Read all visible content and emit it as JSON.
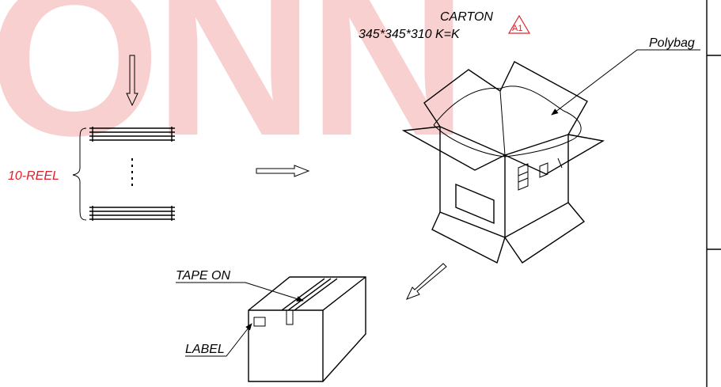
{
  "watermark": {
    "text": "ONN",
    "color": "#e8001c"
  },
  "carton": {
    "title": "CARTON",
    "dimensions": "345*345*310  K=K",
    "revision": "A1"
  },
  "polybag": {
    "label": "Polybag"
  },
  "reels": {
    "label": "10-REEL",
    "label_color": "#e0202a"
  },
  "sealed_box": {
    "tape_label": "TAPE  ON",
    "label_label": "LABEL"
  },
  "colors": {
    "line": "#000000",
    "accent_red": "#e0202a"
  }
}
